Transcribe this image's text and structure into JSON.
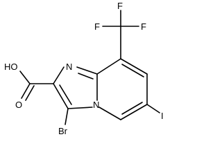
{
  "molecule": {
    "atoms": {
      "f_top": "F",
      "f_left": "F",
      "f_right": "F",
      "n_imine": "N",
      "n_bridge": "N",
      "oh": "HO",
      "o_carbonyl": "O",
      "iodine": "I",
      "bromine": "Br"
    }
  }
}
